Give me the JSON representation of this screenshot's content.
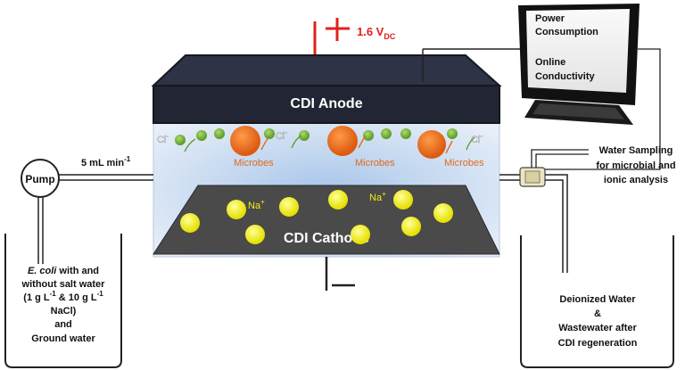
{
  "voltage": {
    "value": "1.6 V",
    "subscript": "DC"
  },
  "anode": {
    "label": "CDI Anode"
  },
  "cathode": {
    "label": "CDI Cathode"
  },
  "ions": {
    "chloride": "Cl",
    "chloride_charge": "-",
    "sodium": "Na",
    "sodium_charge": "+"
  },
  "microbes_label": "Microbes",
  "pump": {
    "label": "Pump",
    "flow_value": "5 mL min",
    "flow_exponent": "-1"
  },
  "monitor": {
    "line1": "Power",
    "line2": "Consumption",
    "line3": "Online",
    "line4": "Conductivity"
  },
  "sampling": {
    "line1": "Water Sampling",
    "line2": "for microbial and",
    "line3": "ionic analysis"
  },
  "feed_tank": {
    "ecoli": "E. coli",
    "line1_rest": " with and",
    "line2": "without salt water",
    "line3_a": "(1 g L",
    "line3_exp1": "-1",
    "line3_b": " & 10 g L",
    "line3_exp2": "-1",
    "line4": "NaCl)",
    "line5": "and",
    "line6": "Ground water"
  },
  "product_tank": {
    "line1": "Deionized Water",
    "line2": "&",
    "line3": "Wastewater after",
    "line4": "CDI regeneration"
  },
  "colors": {
    "anode": "#222533",
    "cathode": "#4a4a4a",
    "channel": "#c6d9ee",
    "chloride_ion": "#7dbb3c",
    "sodium_ion": "#f2ee17",
    "microbe": "#ee6d1b",
    "positive_terminal": "#e0201c",
    "voltage_text": "#e0201c",
    "microbe_text": "#e06a1a"
  }
}
